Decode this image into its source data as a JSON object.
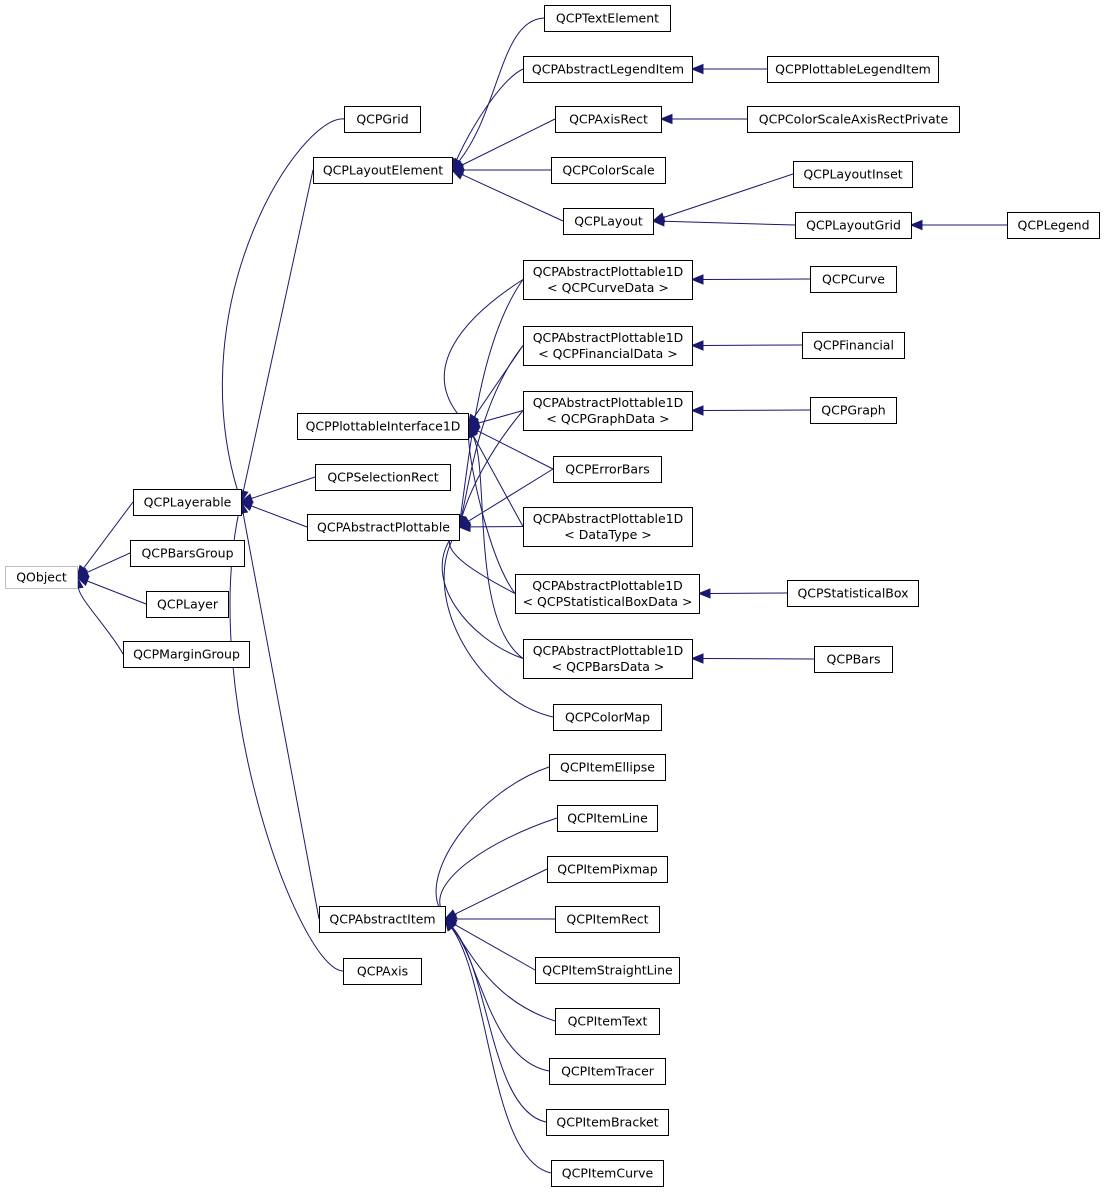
{
  "diagram": {
    "nodes": [
      {
        "id": "QObject",
        "lines": [
          "QObject"
        ],
        "external": true
      },
      {
        "id": "QCPLayerable",
        "lines": [
          "QCPLayerable"
        ]
      },
      {
        "id": "QCPBarsGroup",
        "lines": [
          "QCPBarsGroup"
        ]
      },
      {
        "id": "QCPLayer",
        "lines": [
          "QCPLayer"
        ]
      },
      {
        "id": "QCPMarginGroup",
        "lines": [
          "QCPMarginGroup"
        ]
      },
      {
        "id": "QCPGrid",
        "lines": [
          "QCPGrid"
        ]
      },
      {
        "id": "QCPLayoutElement",
        "lines": [
          "QCPLayoutElement"
        ]
      },
      {
        "id": "QCPPlottableInterface1D",
        "lines": [
          "QCPPlottableInterface1D"
        ]
      },
      {
        "id": "QCPSelectionRect",
        "lines": [
          "QCPSelectionRect"
        ]
      },
      {
        "id": "QCPAbstractPlottable",
        "lines": [
          "QCPAbstractPlottable"
        ]
      },
      {
        "id": "QCPAbstractItem",
        "lines": [
          "QCPAbstractItem"
        ]
      },
      {
        "id": "QCPAxis",
        "lines": [
          "QCPAxis"
        ]
      },
      {
        "id": "QCPTextElement",
        "lines": [
          "QCPTextElement"
        ]
      },
      {
        "id": "QCPAbstractLegendItem",
        "lines": [
          "QCPAbstractLegendItem"
        ]
      },
      {
        "id": "QCPAxisRect",
        "lines": [
          "QCPAxisRect"
        ]
      },
      {
        "id": "QCPColorScale",
        "lines": [
          "QCPColorScale"
        ]
      },
      {
        "id": "QCPLayout",
        "lines": [
          "QCPLayout"
        ]
      },
      {
        "id": "QCPPlottableLegendItem",
        "lines": [
          "QCPPlottableLegendItem"
        ]
      },
      {
        "id": "QCPColorScaleAxisRectPrivate",
        "lines": [
          "QCPColorScaleAxisRectPrivate"
        ]
      },
      {
        "id": "QCPLayoutInset",
        "lines": [
          "QCPLayoutInset"
        ]
      },
      {
        "id": "QCPLayoutGrid",
        "lines": [
          "QCPLayoutGrid"
        ]
      },
      {
        "id": "QCPLegend",
        "lines": [
          "QCPLegend"
        ]
      },
      {
        "id": "QCPAbstractPlottable1D_Curve",
        "lines": [
          "QCPAbstractPlottable1D",
          "< QCPCurveData >"
        ]
      },
      {
        "id": "QCPAbstractPlottable1D_Financial",
        "lines": [
          "QCPAbstractPlottable1D",
          "< QCPFinancialData >"
        ]
      },
      {
        "id": "QCPAbstractPlottable1D_Graph",
        "lines": [
          "QCPAbstractPlottable1D",
          "< QCPGraphData >"
        ]
      },
      {
        "id": "QCPErrorBars",
        "lines": [
          "QCPErrorBars"
        ]
      },
      {
        "id": "QCPAbstractPlottable1D_DataType",
        "lines": [
          "QCPAbstractPlottable1D",
          "< DataType >"
        ]
      },
      {
        "id": "QCPAbstractPlottable1D_StatBox",
        "lines": [
          "QCPAbstractPlottable1D",
          "< QCPStatisticalBoxData >"
        ]
      },
      {
        "id": "QCPAbstractPlottable1D_Bars",
        "lines": [
          "QCPAbstractPlottable1D",
          "< QCPBarsData >"
        ]
      },
      {
        "id": "QCPColorMap",
        "lines": [
          "QCPColorMap"
        ]
      },
      {
        "id": "QCPCurve",
        "lines": [
          "QCPCurve"
        ]
      },
      {
        "id": "QCPFinancial",
        "lines": [
          "QCPFinancial"
        ]
      },
      {
        "id": "QCPGraph",
        "lines": [
          "QCPGraph"
        ]
      },
      {
        "id": "QCPStatisticalBox",
        "lines": [
          "QCPStatisticalBox"
        ]
      },
      {
        "id": "QCPBars",
        "lines": [
          "QCPBars"
        ]
      },
      {
        "id": "QCPItemEllipse",
        "lines": [
          "QCPItemEllipse"
        ]
      },
      {
        "id": "QCPItemLine",
        "lines": [
          "QCPItemLine"
        ]
      },
      {
        "id": "QCPItemPixmap",
        "lines": [
          "QCPItemPixmap"
        ]
      },
      {
        "id": "QCPItemRect",
        "lines": [
          "QCPItemRect"
        ]
      },
      {
        "id": "QCPItemStraightLine",
        "lines": [
          "QCPItemStraightLine"
        ]
      },
      {
        "id": "QCPItemText",
        "lines": [
          "QCPItemText"
        ]
      },
      {
        "id": "QCPItemTracer",
        "lines": [
          "QCPItemTracer"
        ]
      },
      {
        "id": "QCPItemBracket",
        "lines": [
          "QCPItemBracket"
        ]
      },
      {
        "id": "QCPItemCurve",
        "lines": [
          "QCPItemCurve"
        ]
      }
    ],
    "edges": [
      {
        "from": "QCPLayerable",
        "to": "QObject"
      },
      {
        "from": "QCPBarsGroup",
        "to": "QObject"
      },
      {
        "from": "QCPLayer",
        "to": "QObject"
      },
      {
        "from": "QCPMarginGroup",
        "to": "QObject"
      },
      {
        "from": "QCPGrid",
        "to": "QCPLayerable"
      },
      {
        "from": "QCPLayoutElement",
        "to": "QCPLayerable"
      },
      {
        "from": "QCPSelectionRect",
        "to": "QCPLayerable"
      },
      {
        "from": "QCPAbstractPlottable",
        "to": "QCPLayerable"
      },
      {
        "from": "QCPAbstractItem",
        "to": "QCPLayerable"
      },
      {
        "from": "QCPAxis",
        "to": "QCPLayerable"
      },
      {
        "from": "QCPTextElement",
        "to": "QCPLayoutElement"
      },
      {
        "from": "QCPAbstractLegendItem",
        "to": "QCPLayoutElement"
      },
      {
        "from": "QCPAxisRect",
        "to": "QCPLayoutElement"
      },
      {
        "from": "QCPColorScale",
        "to": "QCPLayoutElement"
      },
      {
        "from": "QCPLayout",
        "to": "QCPLayoutElement"
      },
      {
        "from": "QCPPlottableLegendItem",
        "to": "QCPAbstractLegendItem"
      },
      {
        "from": "QCPColorScaleAxisRectPrivate",
        "to": "QCPAxisRect"
      },
      {
        "from": "QCPLayoutInset",
        "to": "QCPLayout"
      },
      {
        "from": "QCPLayoutGrid",
        "to": "QCPLayout"
      },
      {
        "from": "QCPLegend",
        "to": "QCPLayoutGrid"
      },
      {
        "from": "QCPAbstractPlottable1D_Curve",
        "to": "QCPPlottableInterface1D"
      },
      {
        "from": "QCPAbstractPlottable1D_Financial",
        "to": "QCPPlottableInterface1D"
      },
      {
        "from": "QCPAbstractPlottable1D_Graph",
        "to": "QCPPlottableInterface1D"
      },
      {
        "from": "QCPErrorBars",
        "to": "QCPPlottableInterface1D"
      },
      {
        "from": "QCPAbstractPlottable1D_DataType",
        "to": "QCPPlottableInterface1D"
      },
      {
        "from": "QCPAbstractPlottable1D_StatBox",
        "to": "QCPPlottableInterface1D"
      },
      {
        "from": "QCPAbstractPlottable1D_Bars",
        "to": "QCPPlottableInterface1D"
      },
      {
        "from": "QCPAbstractPlottable1D_Curve",
        "to": "QCPAbstractPlottable"
      },
      {
        "from": "QCPAbstractPlottable1D_Financial",
        "to": "QCPAbstractPlottable"
      },
      {
        "from": "QCPAbstractPlottable1D_Graph",
        "to": "QCPAbstractPlottable"
      },
      {
        "from": "QCPErrorBars",
        "to": "QCPAbstractPlottable"
      },
      {
        "from": "QCPAbstractPlottable1D_DataType",
        "to": "QCPAbstractPlottable"
      },
      {
        "from": "QCPAbstractPlottable1D_StatBox",
        "to": "QCPAbstractPlottable"
      },
      {
        "from": "QCPAbstractPlottable1D_Bars",
        "to": "QCPAbstractPlottable"
      },
      {
        "from": "QCPColorMap",
        "to": "QCPAbstractPlottable"
      },
      {
        "from": "QCPCurve",
        "to": "QCPAbstractPlottable1D_Curve"
      },
      {
        "from": "QCPFinancial",
        "to": "QCPAbstractPlottable1D_Financial"
      },
      {
        "from": "QCPGraph",
        "to": "QCPAbstractPlottable1D_Graph"
      },
      {
        "from": "QCPStatisticalBox",
        "to": "QCPAbstractPlottable1D_StatBox"
      },
      {
        "from": "QCPBars",
        "to": "QCPAbstractPlottable1D_Bars"
      },
      {
        "from": "QCPItemEllipse",
        "to": "QCPAbstractItem"
      },
      {
        "from": "QCPItemLine",
        "to": "QCPAbstractItem"
      },
      {
        "from": "QCPItemPixmap",
        "to": "QCPAbstractItem"
      },
      {
        "from": "QCPItemRect",
        "to": "QCPAbstractItem"
      },
      {
        "from": "QCPItemStraightLine",
        "to": "QCPAbstractItem"
      },
      {
        "from": "QCPItemText",
        "to": "QCPAbstractItem"
      },
      {
        "from": "QCPItemTracer",
        "to": "QCPAbstractItem"
      },
      {
        "from": "QCPItemBracket",
        "to": "QCPAbstractItem"
      },
      {
        "from": "QCPItemCurve",
        "to": "QCPAbstractItem"
      }
    ],
    "colors": {
      "edge": "#191970",
      "node_border": "#000000",
      "external_node_border": "#bfbfbf",
      "background": "#ffffff"
    }
  }
}
